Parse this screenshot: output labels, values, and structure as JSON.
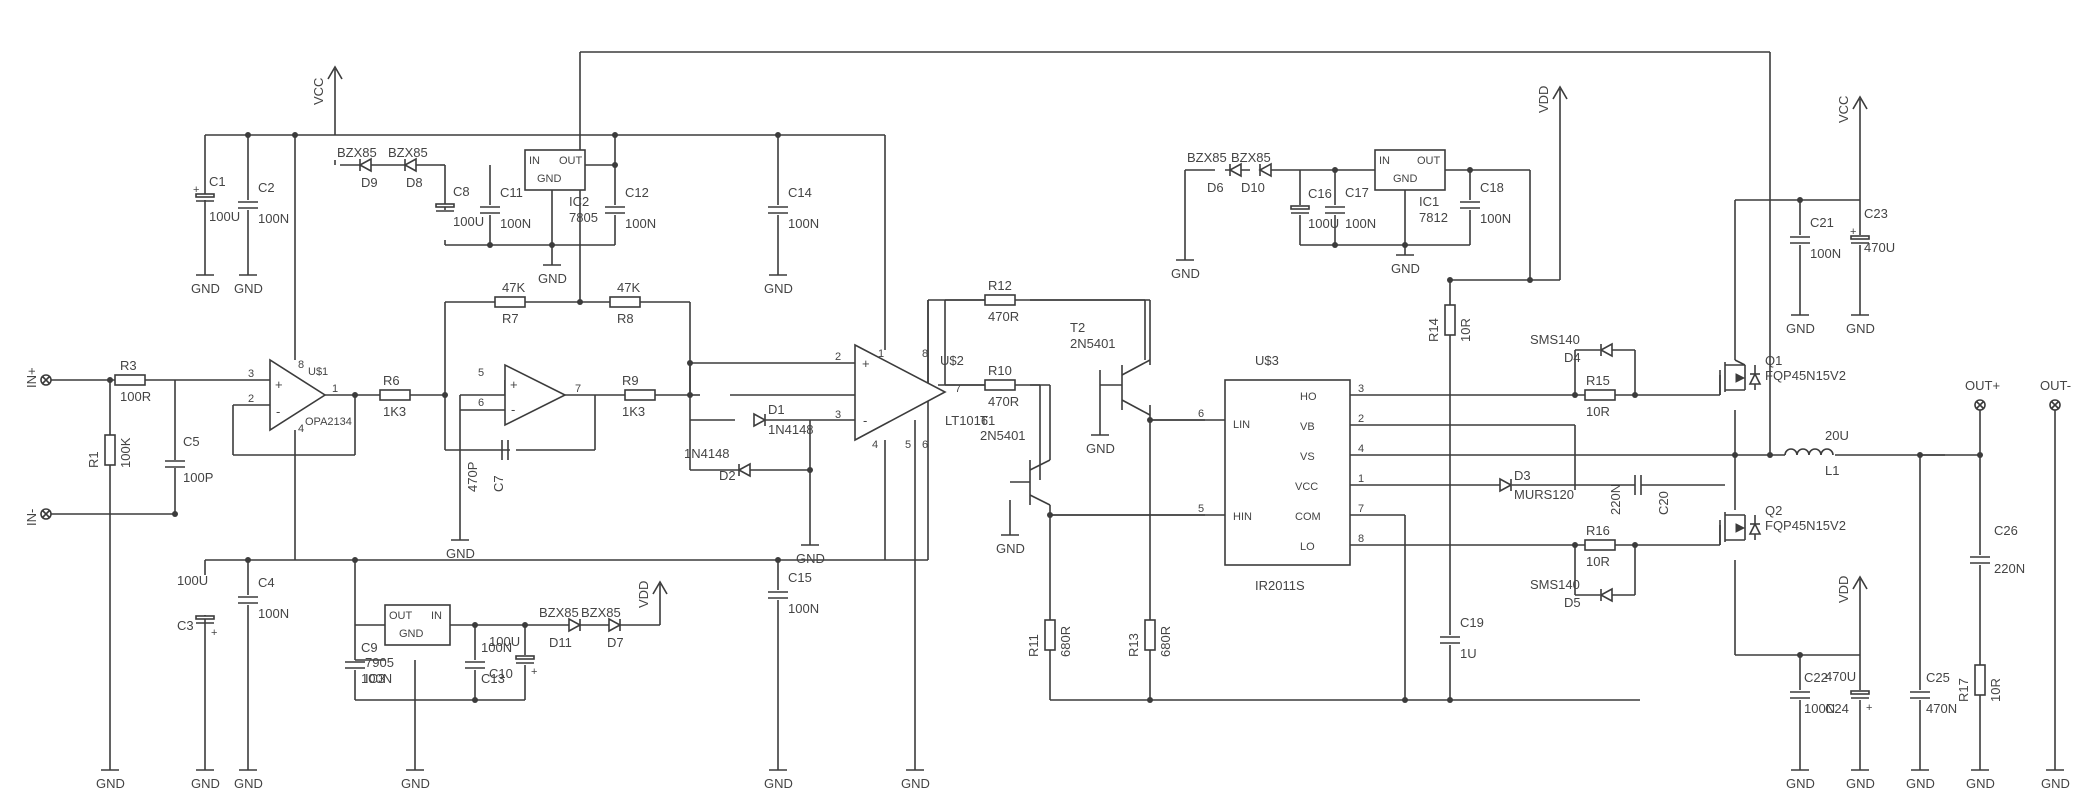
{
  "parts": {
    "R1": {
      "ref": "R1",
      "val": "100K"
    },
    "R3": {
      "ref": "R3",
      "val": "100R"
    },
    "R6": {
      "ref": "R6",
      "val": "1K3"
    },
    "R7": {
      "ref": "R7",
      "val": "47K"
    },
    "R8": {
      "ref": "R8",
      "val": "47K"
    },
    "R9": {
      "ref": "R9",
      "val": "1K3"
    },
    "R10": {
      "ref": "R10",
      "val": "470R"
    },
    "R11": {
      "ref": "R11",
      "val": "680R"
    },
    "R12": {
      "ref": "R12",
      "val": "470R"
    },
    "R13": {
      "ref": "R13",
      "val": "680R"
    },
    "R14": {
      "ref": "R14",
      "val": "10R"
    },
    "R15": {
      "ref": "R15",
      "val": "10R"
    },
    "R16": {
      "ref": "R16",
      "val": "10R"
    },
    "R17": {
      "ref": "R17",
      "val": "10R"
    },
    "C1": {
      "ref": "C1",
      "val": "100U"
    },
    "C2": {
      "ref": "C2",
      "val": "100N"
    },
    "C3": {
      "ref": "C3",
      "val": "100U"
    },
    "C4": {
      "ref": "C4",
      "val": "100N"
    },
    "C5": {
      "ref": "C5",
      "val": "100P"
    },
    "C7": {
      "ref": "C7",
      "val": "470P"
    },
    "C8": {
      "ref": "C8",
      "val": "100U"
    },
    "C9": {
      "ref": "C9",
      "val": "100N"
    },
    "C10": {
      "ref": "C10",
      "val": "100U"
    },
    "C11": {
      "ref": "C11",
      "val": "100N"
    },
    "C12": {
      "ref": "C12",
      "val": "100N"
    },
    "C13": {
      "ref": "C13",
      "val": "100N"
    },
    "C14": {
      "ref": "C14",
      "val": "100N"
    },
    "C15": {
      "ref": "C15",
      "val": "100N"
    },
    "C16": {
      "ref": "C16",
      "val": "100U"
    },
    "C17": {
      "ref": "C17",
      "val": "100N"
    },
    "C18": {
      "ref": "C18",
      "val": "100N"
    },
    "C19": {
      "ref": "C19",
      "val": "1U"
    },
    "C20": {
      "ref": "C20",
      "val": "220N"
    },
    "C21": {
      "ref": "C21",
      "val": "100N"
    },
    "C22": {
      "ref": "C22",
      "val": "100N"
    },
    "C23": {
      "ref": "C23",
      "val": "470U"
    },
    "C24": {
      "ref": "C24",
      "val": "470U"
    },
    "C25": {
      "ref": "C25",
      "val": "470N"
    },
    "C26": {
      "ref": "C26",
      "val": "220N"
    },
    "D1": {
      "ref": "D1",
      "val": "1N4148"
    },
    "D2": {
      "ref": "D2",
      "val": "1N4148"
    },
    "D3": {
      "ref": "D3",
      "val": "MURS120"
    },
    "D4": {
      "ref": "D4",
      "val": "SMS140"
    },
    "D5": {
      "ref": "D5",
      "val": "SMS140"
    },
    "D6": {
      "ref": "D6",
      "val": "BZX85"
    },
    "D7": {
      "ref": "D7",
      "val": "BZX85"
    },
    "D8": {
      "ref": "D8",
      "val": "BZX85"
    },
    "D9": {
      "ref": "D9",
      "val": "BZX85"
    },
    "D10": {
      "ref": "D10",
      "val": "BZX85"
    },
    "D11": {
      "ref": "D11",
      "val": "BZX85"
    },
    "IC1": {
      "ref": "IC1",
      "val": "7812"
    },
    "IC2": {
      "ref": "IC2",
      "val": "7805"
    },
    "IC3": {
      "ref": "IC3",
      "val": "7905"
    },
    "U1": {
      "ref": "U$1",
      "val": "OPA2134"
    },
    "U2": {
      "ref": "U$2",
      "val": "LT1016"
    },
    "U3": {
      "ref": "U$3",
      "val": "IR2011S"
    },
    "T1": {
      "ref": "T1",
      "val": "2N5401"
    },
    "T2": {
      "ref": "T2",
      "val": "2N5401"
    },
    "Q1": {
      "ref": "Q1",
      "val": "FQP45N15V2"
    },
    "Q2": {
      "ref": "Q2",
      "val": "FQP45N15V2"
    },
    "L1": {
      "ref": "L1",
      "val": "20U"
    }
  },
  "regulator_pins": {
    "in": "IN",
    "out": "OUT",
    "gnd": "GND"
  },
  "ir2011_pins": {
    "ho": "HO",
    "vb": "VB",
    "vs": "VS",
    "vcc": "VCC",
    "com": "COM",
    "lo": "LO",
    "lin": "LIN",
    "hin": "HIN"
  },
  "pin_numbers": {
    "p1": "1",
    "p2": "2",
    "p3": "3",
    "p4": "4",
    "p5": "5",
    "p6": "6",
    "p7": "7",
    "p8": "8"
  },
  "opamp_signs": {
    "plus": "+",
    "minus": "-"
  },
  "nets": {
    "gnd": "GND",
    "vcc": "VCC",
    "vdd": "VDD"
  },
  "ports": {
    "in_plus": "IN+",
    "in_minus": "IN-",
    "out_plus": "OUT+",
    "out_minus": "OUT-"
  }
}
